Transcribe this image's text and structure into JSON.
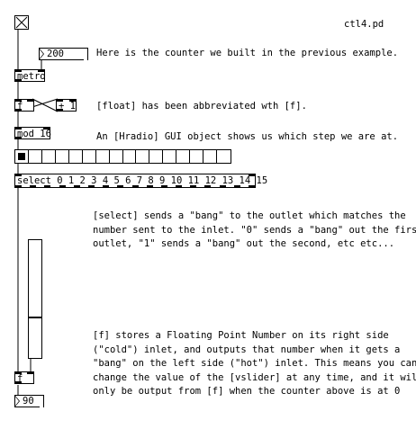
{
  "patch": {
    "title": "ctl4.pd"
  },
  "objects": {
    "number_top": "200",
    "metro": "metro",
    "float_top": "f",
    "plus": "+ 1",
    "mod": "mod 16",
    "select": "select 0 1 2 3 4 5 6 7 8 9 10 11 12 13 14 15",
    "float_bottom": "f",
    "number_bottom": "90"
  },
  "hradio": {
    "cells": 16,
    "selected": 0
  },
  "vslider": {
    "value_fraction": 0.34
  },
  "comments": {
    "counter": "Here is the counter we built in the previous example.",
    "float_abbrev": "[float] has been abbreviated wth [f].",
    "hradio": "An [Hradio] GUI object shows us which step we are at.",
    "select": "[select] sends a \"bang\" to the outlet which matches the\nnumber sent to the inlet. \"0\" sends a \"bang\" out the first\noutlet, \"1\" sends a \"bang\" out the second, etc etc...",
    "f_store": "[f] stores a Floating Point Number on its right side\n(\"cold\") inlet, and outputs that number when it gets a\n\"bang\" on the left side (\"hot\") inlet. This means you can\nchange the value of the [vslider] at any time, and it will\nonly be output from [f] when the counter above is at 0"
  }
}
